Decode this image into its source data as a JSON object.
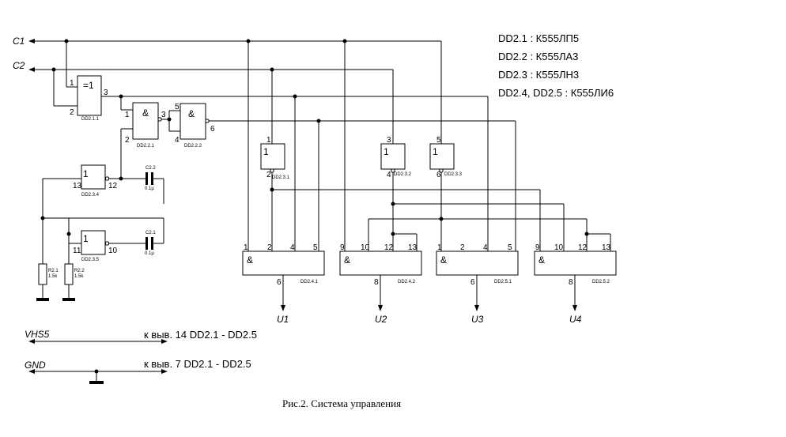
{
  "signals": {
    "c1": "C1",
    "c2": "C2",
    "u1": "U1",
    "u2": "U2",
    "u3": "U3",
    "u4": "U4",
    "vhs5": "VHS5",
    "gnd": "GND"
  },
  "legend": [
    "DD2.1 : К555ЛП5",
    "DD2.2 : К555ЛА3",
    "DD2.3 : К555ЛН3",
    "DD2.4, DD2.5 : К555ЛИ6"
  ],
  "power": {
    "vhs5_note": "к выв. 14  DD2.1 - DD2.5",
    "gnd_note": "к выв. 7  DD2.1 - DD2.5"
  },
  "caption": "Рис.2. Система управления",
  "gates": {
    "dd211": {
      "symbol": "=1",
      "ref": "DD2.1.1",
      "pins": [
        "1",
        "2",
        "3"
      ]
    },
    "dd221": {
      "symbol": "&",
      "ref": "DD2.2.1",
      "pins": [
        "1",
        "2",
        "3"
      ]
    },
    "dd222": {
      "symbol": "&",
      "ref": "DD2.2.2",
      "pins": [
        "5",
        "4",
        "6"
      ]
    },
    "dd234": {
      "symbol": "1",
      "ref": "DD2.3.4",
      "pins": [
        "13",
        "12"
      ]
    },
    "dd235": {
      "symbol": "1",
      "ref": "DD2.3.5",
      "pins": [
        "11",
        "10"
      ]
    },
    "dd231": {
      "symbol": "1",
      "ref": "DD2.3.1",
      "pins": [
        "1",
        "2"
      ]
    },
    "dd232": {
      "symbol": "1",
      "ref": "DD2.3.2",
      "pins": [
        "3",
        "4"
      ]
    },
    "dd233": {
      "symbol": "1",
      "ref": "DD2.3.3",
      "pins": [
        "5",
        "6"
      ]
    },
    "dd241": {
      "symbol": "&",
      "ref": "DD2.4.1",
      "pins": [
        "1",
        "2",
        "4",
        "5",
        "6"
      ]
    },
    "dd242": {
      "symbol": "&",
      "ref": "DD2.4.2",
      "pins": [
        "9",
        "10",
        "12",
        "13",
        "8"
      ]
    },
    "dd251": {
      "symbol": "&",
      "ref": "DD2.5.1",
      "pins": [
        "1",
        "2",
        "4",
        "5",
        "6"
      ]
    },
    "dd252": {
      "symbol": "&",
      "ref": "DD2.5.2",
      "pins": [
        "9",
        "10",
        "12",
        "13",
        "8"
      ]
    }
  },
  "components": {
    "c22": {
      "ref": "C2.2",
      "value": "0.1µ"
    },
    "c21": {
      "ref": "C2.1",
      "value": "0.1µ"
    },
    "r21": {
      "ref": "R2.1",
      "value": "1.5k"
    },
    "r22": {
      "ref": "R2.2",
      "value": "1.5k"
    }
  }
}
